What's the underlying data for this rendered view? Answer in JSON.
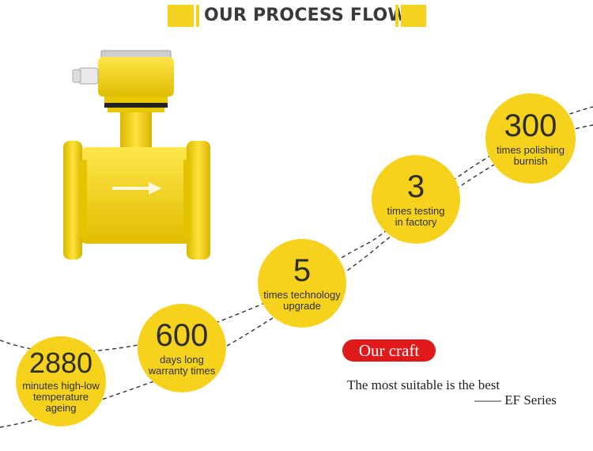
{
  "header": {
    "title": "OUR PROCESS FLOW"
  },
  "colors": {
    "accent": "#f4d320",
    "badge": "#e01a1a",
    "text": "#2e2e2e"
  },
  "stats": [
    {
      "number": "2880",
      "label_line1": "minutes high-low",
      "label_line2": "temperature",
      "label_line3": "ageing"
    },
    {
      "number": "600",
      "label_line1": "days long",
      "label_line2": "warranty times"
    },
    {
      "number": "5",
      "label_line1": "times technology",
      "label_line2": "upgrade"
    },
    {
      "number": "3",
      "label_line1": "times testing",
      "label_line2": "in factory"
    },
    {
      "number": "300",
      "label_line1": "times polishing",
      "label_line2": "burnish"
    }
  ],
  "craft": {
    "badge": "Our craft",
    "motto": "The most suitable is the best",
    "series": "—— EF Series"
  }
}
